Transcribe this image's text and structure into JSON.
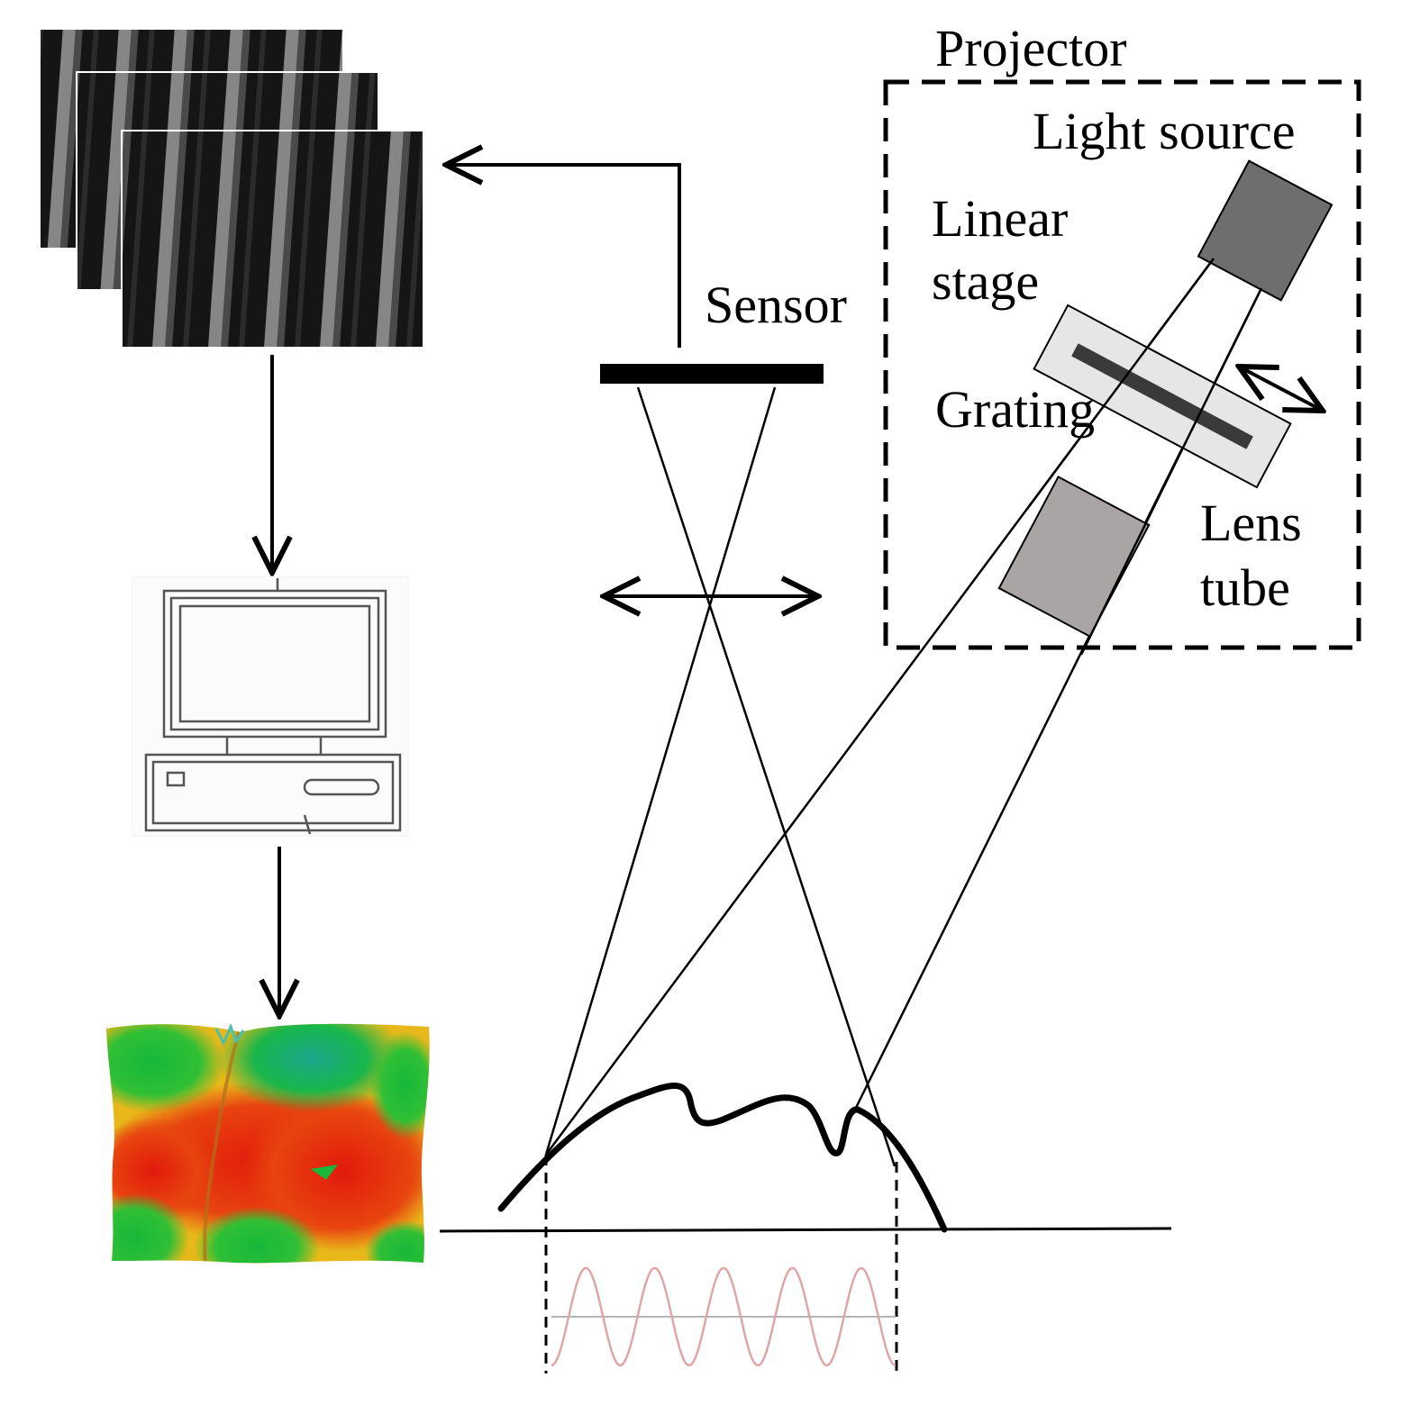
{
  "labels": {
    "projector": "Projector",
    "light_source": "Light source",
    "linear_stage_line1": "Linear",
    "linear_stage_line2": "stage",
    "sensor": "Sensor",
    "grating": "Grating",
    "lens_tube_line1": "Lens",
    "lens_tube_line2": "tube"
  },
  "colors": {
    "light_source_fill": "#6e6e6e",
    "linear_stage_fill": "#e6e6e6",
    "grating_bar": "#3a3a3a",
    "lens_tube_fill": "#a9a5a5",
    "sine_wave": "#e0a6a6",
    "sine_baseline": "#b5b5b5",
    "map_green": "#17b83a",
    "map_yellow": "#e9d61d",
    "map_red": "#e11a0c"
  },
  "icons": {
    "fringe_images": "fringe-image-stack-icon",
    "computer": "computer-icon",
    "result": "3d-height-map-icon"
  }
}
